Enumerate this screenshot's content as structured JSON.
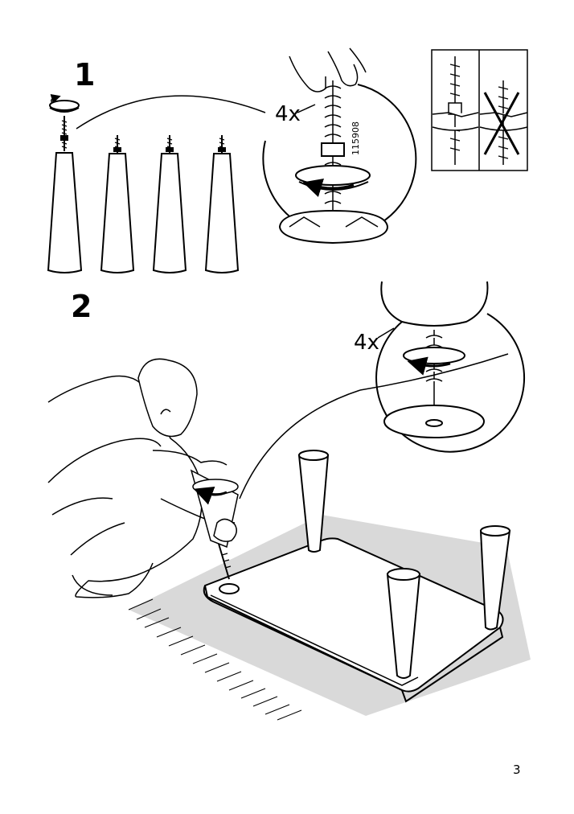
{
  "steps": {
    "step1": {
      "number": "1",
      "quantity": "4x",
      "part_number": "115908"
    },
    "step2": {
      "number": "2",
      "quantity": "4x"
    }
  },
  "page_number": "3",
  "icons": [
    "leg-icon",
    "screw-icon",
    "washer-rotate-icon",
    "do-not-cross-icon",
    "person-icon",
    "tabletop-icon",
    "rug-icon"
  ],
  "colors": {
    "ink": "#000000",
    "shade": "#d9d9d9",
    "paper": "#ffffff"
  }
}
